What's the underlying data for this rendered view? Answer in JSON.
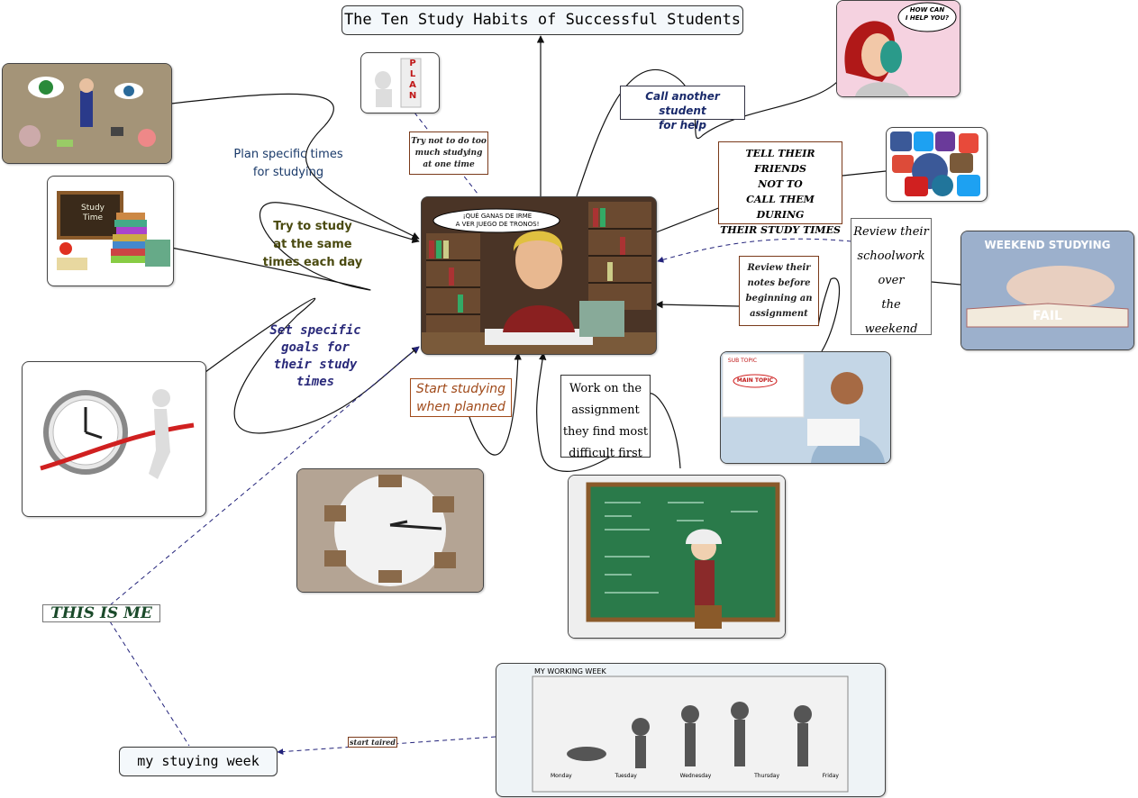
{
  "title": "The Ten Study Habits of Successful Students",
  "center": {
    "bubble": "¡QUÉ GANAS DE IRME\nA VER JUEGO DE TRONOS!"
  },
  "habits": {
    "call": "Call another student\nfor help",
    "too_much": "Try not to do too\nmuch studying\nat one time",
    "friends": "TELL THEIR FRIENDS\nNOT TO\nCALL THEM\nDURING\nTHEIR STUDY TIMES",
    "plan_times": "Plan specific times\nfor studying",
    "same_times": "Try to study\nat the same\ntimes each day",
    "goals": "Set specific\ngoals for\ntheir study\ntimes",
    "start": "Start studying\nwhen planned",
    "difficult": "Work on the\nassignment\nthey find most\ndifficult first",
    "review_notes": "Review their\nnotes before\nbeginning an\nassignment",
    "review_weekend": "Review their\nschoolwork\nover\nthe\nweekend"
  },
  "images": {
    "help": "HOW CAN\nI HELP YOU?",
    "plan_word": "PLAN",
    "study_time": "Study\nTime",
    "weekend": "WEEKEND STUDYING",
    "fail": "FAIL",
    "main_topic": "MAIN TOPIC",
    "sub_topic": "SUB TOPIC",
    "week_title": "MY WORKING WEEK",
    "days": [
      "Monday",
      "Tuesday",
      "Wednesday",
      "Thursday",
      "Friday"
    ]
  },
  "me": {
    "label": "THIS IS ME",
    "week": "my stuying week",
    "started": "start taired"
  },
  "colors": {
    "line": "#111111",
    "dashed": "#22227a",
    "habit_navy": "#1a2a6b",
    "habit_olive": "#4a4a10",
    "habit_brown": "#7a3a1a"
  }
}
